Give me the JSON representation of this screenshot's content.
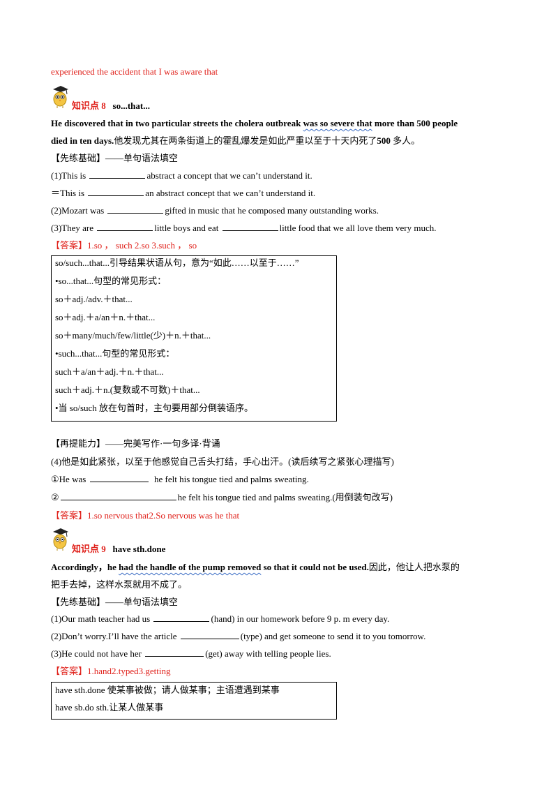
{
  "top_line": "experienced the accident that I was aware that",
  "kp8": {
    "label": "知识点 8",
    "phrase": "so...that...",
    "example_pre": "He discovered that in two particular streets the cholera outbreak ",
    "example_wavy": "was so severe that",
    "example_post": " more than 500 people",
    "example_line2_en": "died in ten days.",
    "example_line2_zh": "他发现尤其在两条街道上的霍乱爆发是如此严重以至于十天内死了",
    "example_line2_num": "500",
    "example_line2_end": " 多人。",
    "section1": "【先练基础】——单句语法填空",
    "q1a_pre": "(1)This is",
    "q1a_post": "abstract a concept that we can’t understand it.",
    "q1b_pre": "＝This is",
    "q1b_post": "an abstract concept that we can’t understand it.",
    "q2_pre": "(2)Mozart was",
    "q2_post": "gifted in music that he composed many outstanding works.",
    "q3_pre": "(3)They are",
    "q3_mid": "little boys and eat",
    "q3_post": "little food that we all love them very much.",
    "answer1": "【答案】1.so ， such  2.so  3.such ， so",
    "box_lines": [
      "so/such...that...引导结果状语从句，意为“如此……以至于……”",
      "•so...that...句型的常见形式：",
      "so＋adj./adv.＋that...",
      "so＋adj.＋a/an＋n.＋that...",
      "so＋many/much/few/little(少)＋n.＋that...",
      "•such...that...句型的常见形式：",
      "such＋a/an＋adj.＋n.＋that...",
      "such＋adj.＋n.(复数或不可数)＋that...",
      "•当 so/such 放在句首时，主句要用部分倒装语序。"
    ],
    "section2": "【再提能力】——完美写作·一句多译·背诵",
    "q4": "(4)他是如此紧张，以至于他感觉自己舌头打结，手心出汗。(读后续写之紧张心理描写)",
    "q4a_pre": "①He was",
    "q4a_post": "he felt his tongue tied and palms sweating.",
    "q4b_pre": "②",
    "q4b_post": "he felt his tongue tied and palms sweating.(用倒装句改写)",
    "answer2": "【答案】1.so nervous that2.So nervous was he that"
  },
  "kp9": {
    "label": "知识点 9",
    "phrase": "have sth.done",
    "example_pre": "Accordingly，he ",
    "example_wavy": "had the handle of the pump removed",
    "example_post": " so that it could not be used.",
    "example_zh1": "因此，他让人把水泵的",
    "example_zh2": "把手去掉，这样水泵就用不成了。",
    "section1": "【先练基础】——单句语法填空",
    "q1_pre": "(1)Our math teacher had us",
    "q1_post": "(hand) in our homework before 9 p.   m every day.",
    "q2_pre": "(2)Don’t worry.I’ll have the article",
    "q2_post": "(type) and get someone to send it to you tomorrow.",
    "q3_pre": "(3)He could not have her",
    "q3_post": "(get) away with telling people lies.",
    "answer": "【答案】1.hand2.typed3.getting",
    "box_lines": [
      "have sth.done 使某事被做；请人做某事；主语遭遇到某事",
      "have sb.do sth.让某人做某事"
    ]
  }
}
